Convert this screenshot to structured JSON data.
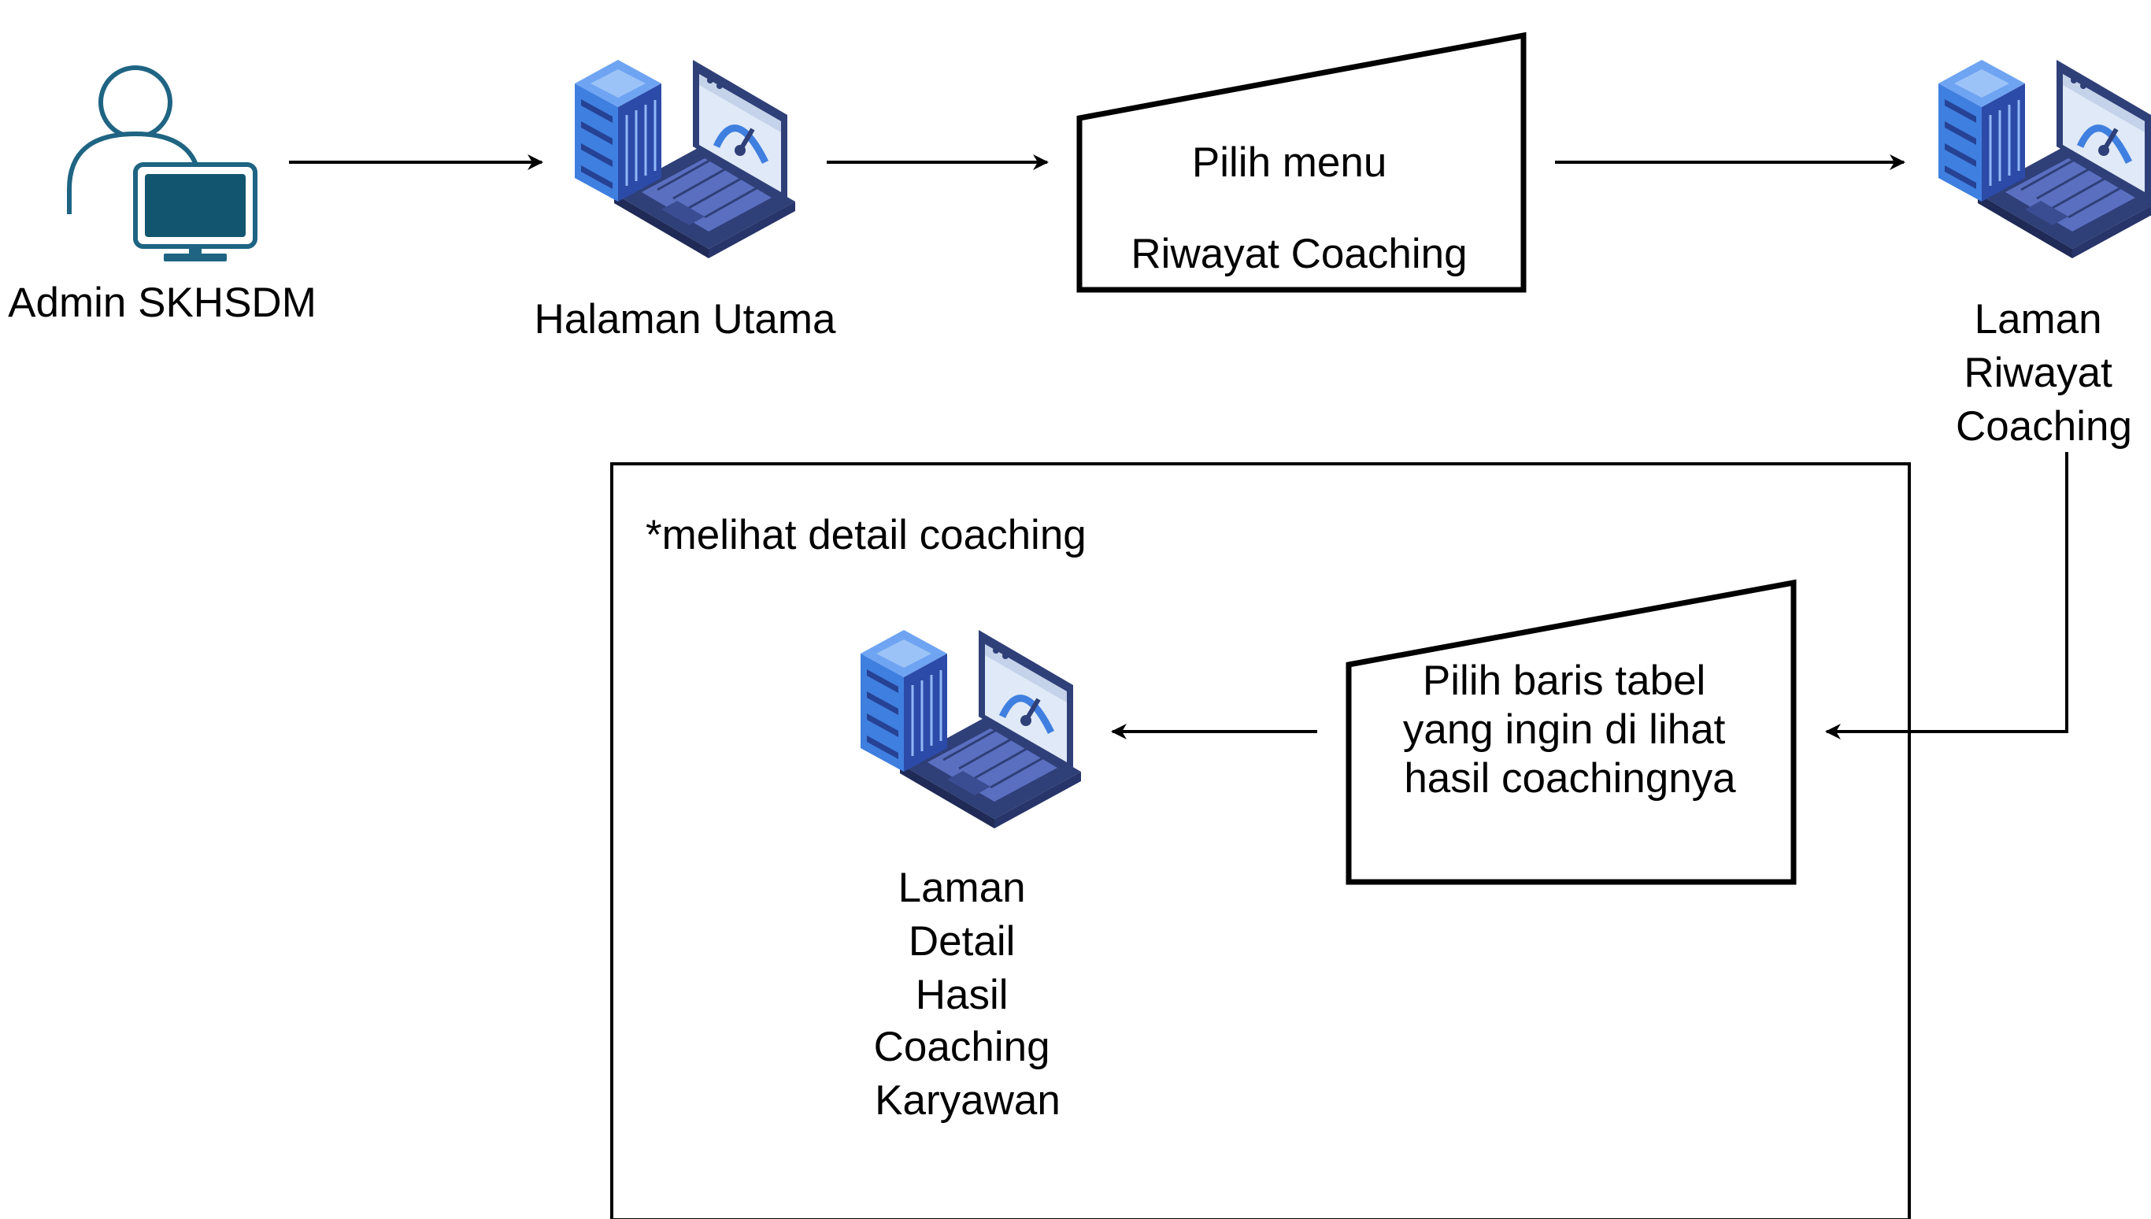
{
  "actor": {
    "label": "Admin SKHSDM",
    "icon": "user-computer-icon",
    "colors": {
      "outline": "#1f6483",
      "monitor": "#11556f"
    }
  },
  "pages": {
    "halaman_utama": {
      "label_lines": [
        "Halaman Utama"
      ],
      "icon": "server-laptop-icon"
    },
    "laman_riwayat": {
      "label_lines": [
        "Laman",
        "Riwayat",
        "Coaching"
      ],
      "icon": "server-laptop-icon"
    },
    "laman_detail": {
      "label_lines": [
        "Laman",
        "Detail",
        "Hasil",
        "Coaching",
        "Karyawan"
      ],
      "icon": "server-laptop-icon"
    }
  },
  "inputs": {
    "pilih_menu": {
      "label_lines": [
        "Pilih menu",
        "Riwayat Coaching"
      ],
      "shape": "manual-input"
    },
    "pilih_baris": {
      "label_lines": [
        "Pilih baris tabel",
        "yang ingin di lihat",
        "hasil coachingnya"
      ],
      "shape": "manual-input"
    }
  },
  "group": {
    "label": "*melihat detail coaching"
  },
  "palette": {
    "server_blue": "#3f7fe0",
    "server_dark": "#2c4aa8",
    "laptop_base": "#2f3f78",
    "keyboard": "#5a6fc0",
    "screen_bg": "#dfe9f7"
  }
}
